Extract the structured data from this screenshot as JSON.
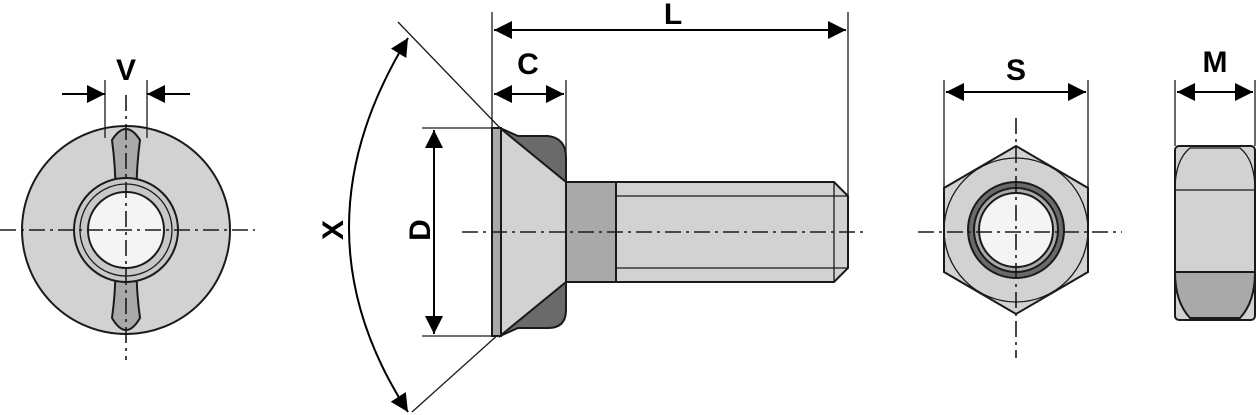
{
  "labels": {
    "v": "V",
    "l": "L",
    "c": "C",
    "d": "D",
    "x": "X",
    "s": "S",
    "m": "M"
  },
  "colors": {
    "steel_light": "#d2d2d2",
    "steel_mid": "#a9a9a9",
    "steel_dark": "#6a6a6a",
    "line": "#1a1a1a"
  }
}
